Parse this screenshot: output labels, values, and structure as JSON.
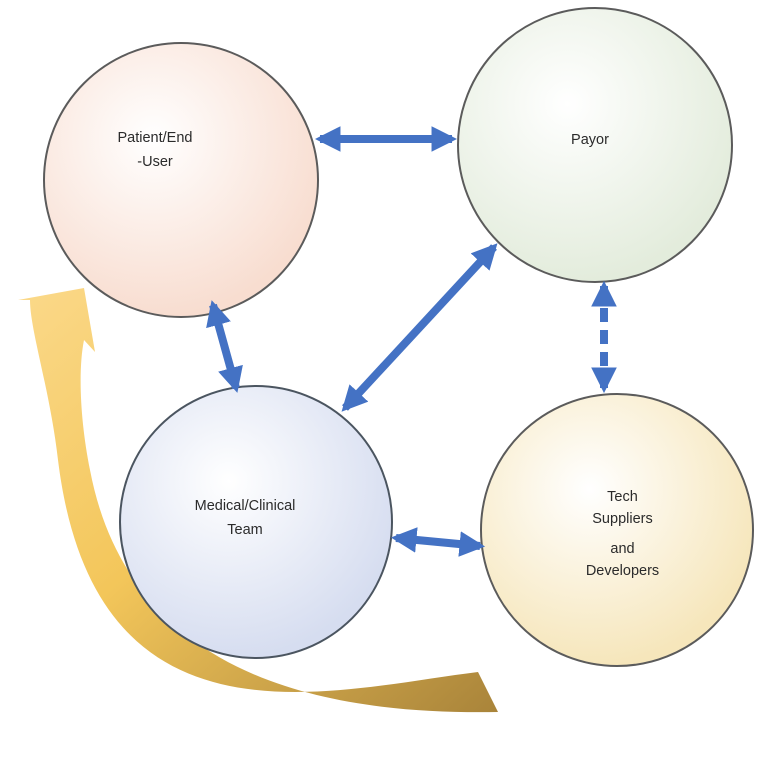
{
  "nodes": [
    {
      "id": "patient",
      "lines": [
        "Patient/End",
        "-User"
      ]
    },
    {
      "id": "payor",
      "lines": [
        "Payor"
      ]
    },
    {
      "id": "medical",
      "lines": [
        "Medical/Clinical",
        "Team"
      ]
    },
    {
      "id": "tech",
      "lines": [
        "Tech",
        "Suppliers",
        "and",
        "Developers"
      ]
    }
  ],
  "colors": {
    "arrow": "#4472c4",
    "patient_fill": "#fbe9e0",
    "payor_fill": "#eef4ea",
    "medical_fill": "#e6eaf6",
    "tech_fill": "#fbf3dc",
    "outline": "#555555",
    "curve_light": "#f9cf6e",
    "curve_dark": "#b08a3a"
  },
  "connections": [
    {
      "from": "patient",
      "to": "payor",
      "style": "solid"
    },
    {
      "from": "patient",
      "to": "medical",
      "style": "solid"
    },
    {
      "from": "medical",
      "to": "payor",
      "style": "solid"
    },
    {
      "from": "payor",
      "to": "tech",
      "style": "dashed"
    },
    {
      "from": "medical",
      "to": "tech",
      "style": "solid"
    }
  ]
}
